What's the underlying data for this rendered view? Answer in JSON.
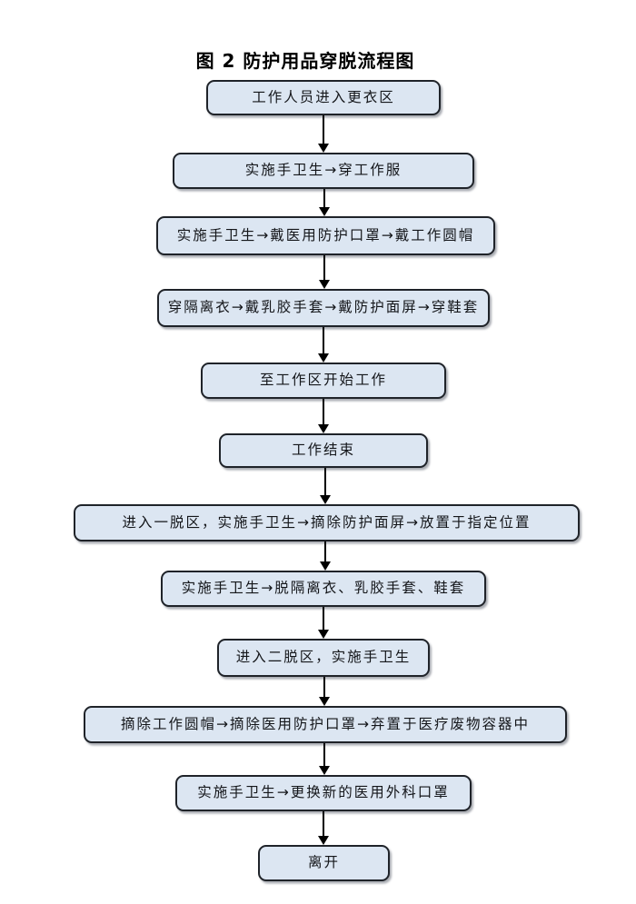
{
  "title": "图 2 防护用品穿脱流程图",
  "colors": {
    "background": "#ffffff",
    "node_fill": "#dce6f2",
    "node_border": "#1f2329",
    "arrow": "#000000",
    "text": "#14161a"
  },
  "flowchart": {
    "type": "flowchart",
    "direction": "top-down",
    "connector": "arrow-down",
    "steps": [
      {
        "label": "工作人员进入更衣区"
      },
      {
        "label": "实施手卫生→穿工作服"
      },
      {
        "label": "实施手卫生→戴医用防护口罩→戴工作圆帽"
      },
      {
        "label": "穿隔离衣→戴乳胶手套→戴防护面屏→穿鞋套"
      },
      {
        "label": "至工作区开始工作"
      },
      {
        "label": "工作结束"
      },
      {
        "label": "进入一脱区，实施手卫生→摘除防护面屏→放置于指定位置"
      },
      {
        "label": "实施手卫生→脱隔离衣、乳胶手套、鞋套"
      },
      {
        "label": "进入二脱区，实施手卫生"
      },
      {
        "label": "摘除工作圆帽→摘除医用防护口罩→弃置于医疗废物容器中"
      },
      {
        "label": "实施手卫生→更换新的医用外科口罩"
      },
      {
        "label": "离开"
      }
    ]
  }
}
